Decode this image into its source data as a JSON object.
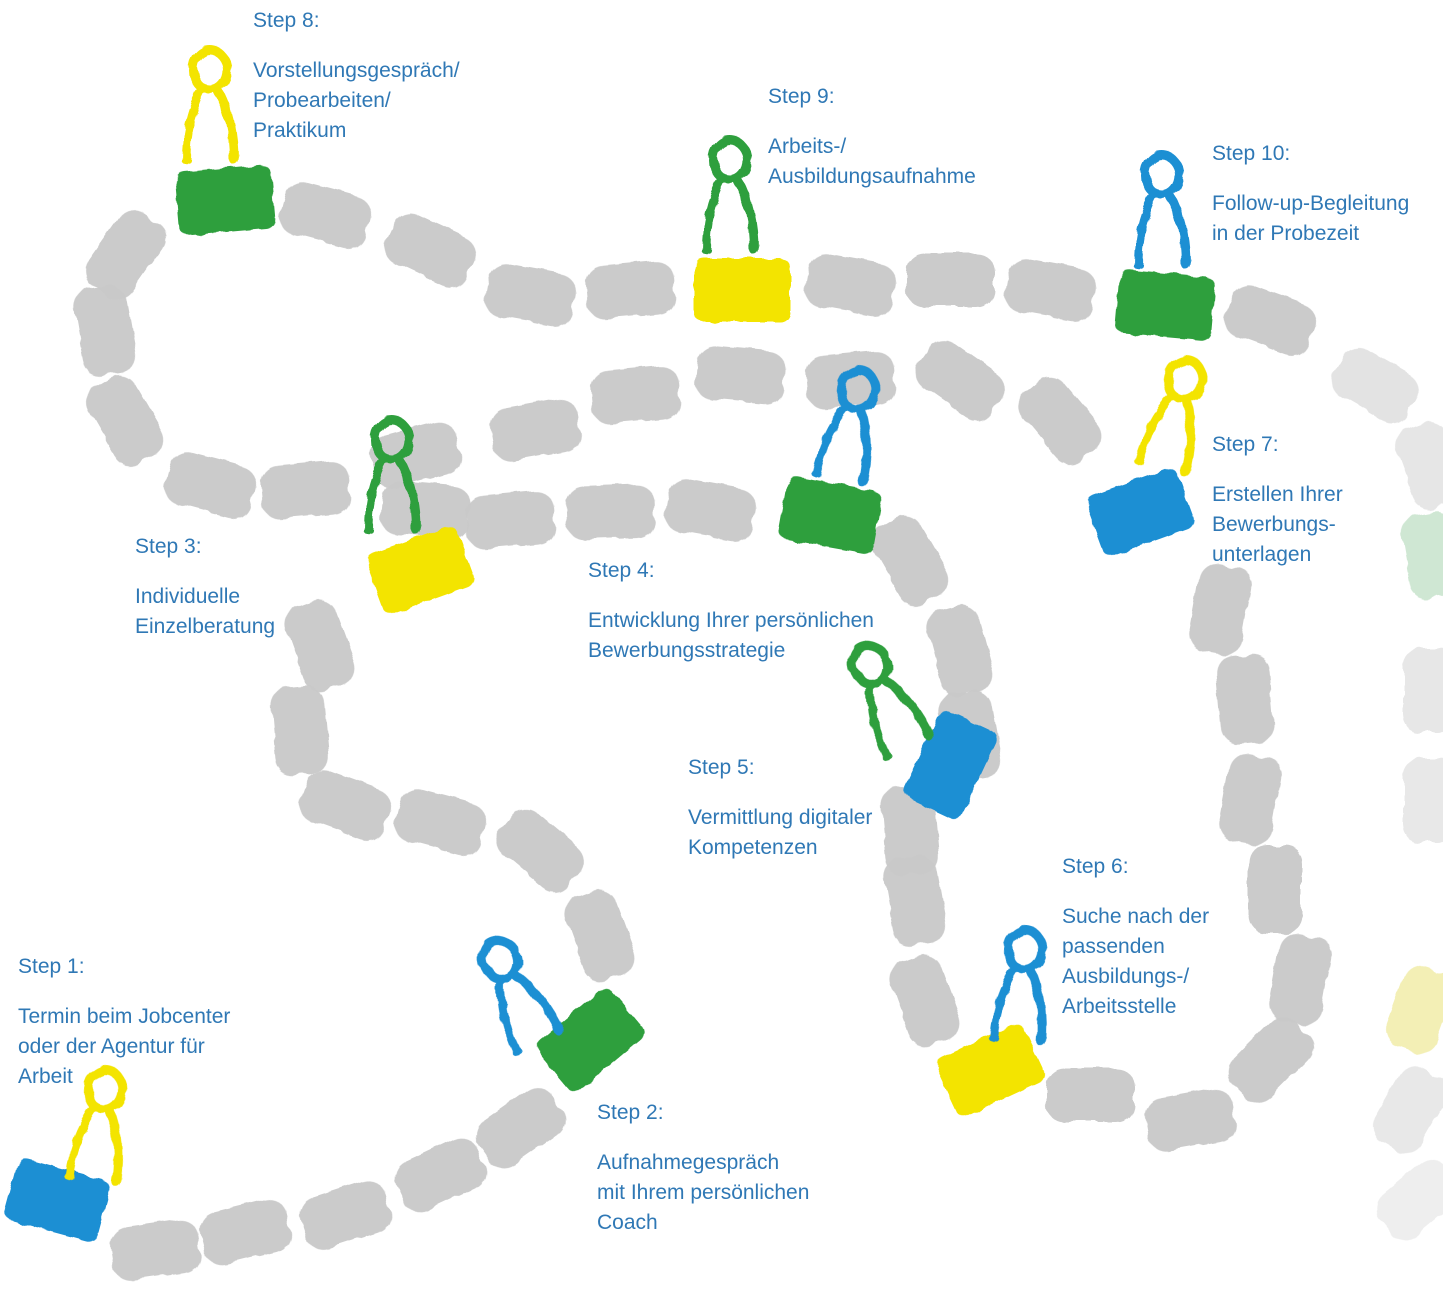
{
  "colors": {
    "path_stone": "#c9c9c9",
    "label_text": "#2f78b5",
    "yellow": "#f3e400",
    "green": "#2e9f3e",
    "blue": "#1c8fd3"
  },
  "steps": [
    {
      "title": "Step 1:",
      "lines": [
        "Termin beim Jobcenter",
        "oder der Agentur für",
        "Arbeit"
      ],
      "figure_color": "yellow",
      "base_color": "blue"
    },
    {
      "title": "Step 2:",
      "lines": [
        "Aufnahmegespräch",
        "mit Ihrem persönlichen",
        "Coach"
      ],
      "figure_color": "blue",
      "base_color": "green"
    },
    {
      "title": "Step 3:",
      "lines": [
        "Individuelle",
        "Einzelberatung"
      ],
      "figure_color": "green",
      "base_color": "yellow"
    },
    {
      "title": "Step 4:",
      "lines": [
        "Entwicklung Ihrer persönlichen",
        "Bewerbungsstrategie"
      ],
      "figure_color": "blue",
      "base_color": "green"
    },
    {
      "title": "Step 5:",
      "lines": [
        "Vermittlung digitaler",
        "Kompetenzen"
      ],
      "figure_color": "green",
      "base_color": "blue"
    },
    {
      "title": "Step 6:",
      "lines": [
        "Suche nach der",
        "passenden",
        "Ausbildungs-/",
        "Arbeitsstelle"
      ],
      "figure_color": "blue",
      "base_color": "yellow"
    },
    {
      "title": "Step 7:",
      "lines": [
        "Erstellen Ihrer",
        "Bewerbungs-",
        "unterlagen"
      ],
      "figure_color": "yellow",
      "base_color": "blue"
    },
    {
      "title": "Step 8:",
      "lines": [
        "Vorstellungsgespräch/",
        "Probearbeiten/",
        "Praktikum"
      ],
      "figure_color": "yellow",
      "base_color": "green"
    },
    {
      "title": "Step 9:",
      "lines": [
        "Arbeits-/",
        "Ausbildungsaufnahme"
      ],
      "figure_color": "green",
      "base_color": "yellow"
    },
    {
      "title": "Step 10:",
      "lines": [
        "Follow-up-Begleitung",
        "in der Probezeit"
      ],
      "figure_color": "blue",
      "base_color": "green"
    }
  ]
}
